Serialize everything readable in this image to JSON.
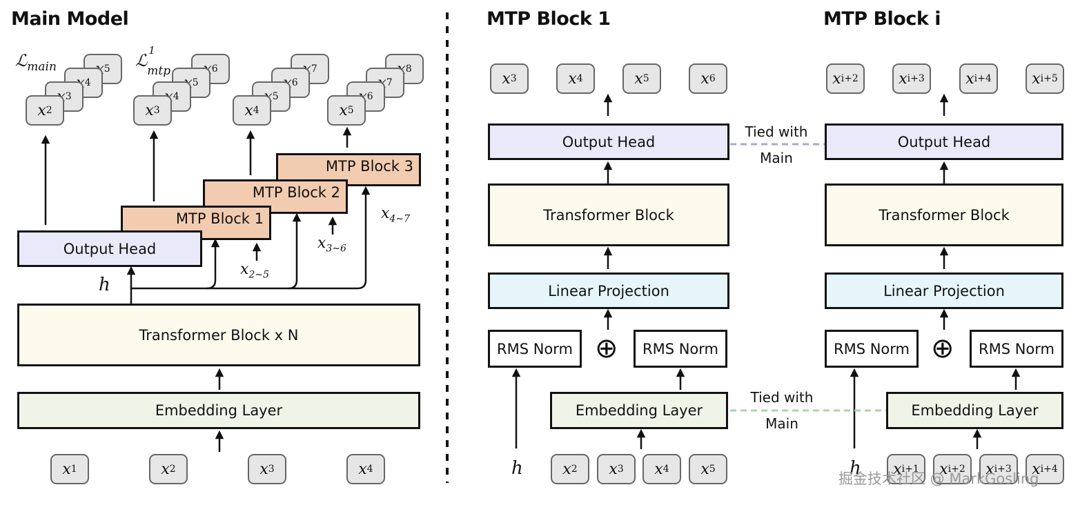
{
  "left": {
    "title": "Main Model",
    "loss_main": "ℒ",
    "loss_main_sub": "main",
    "loss_mtp": "ℒ",
    "loss_mtp_sup": "1",
    "loss_mtp_sub": "mtp",
    "h_label": "h",
    "output_head": "Output Head",
    "transformer": "Transformer Block x N",
    "embedding": "Embedding Layer",
    "mtp1": "MTP Block 1",
    "mtp2": "MTP Block 2",
    "mtp3": "MTP Block 3",
    "range1": {
      "base": "x",
      "sub": "2∼5"
    },
    "range2": {
      "base": "x",
      "sub": "3∼6"
    },
    "range3": {
      "base": "x",
      "sub": "4∼7"
    },
    "inputs": [
      {
        "base": "x",
        "sub": "1"
      },
      {
        "base": "x",
        "sub": "2"
      },
      {
        "base": "x",
        "sub": "3"
      },
      {
        "base": "x",
        "sub": "4"
      }
    ],
    "stack_main": [
      {
        "base": "x",
        "sub": "2"
      },
      {
        "base": "x",
        "sub": "3"
      },
      {
        "base": "x",
        "sub": "4"
      },
      {
        "base": "x",
        "sub": "5"
      }
    ],
    "stack_mtp1": [
      {
        "base": "x",
        "sub": "3"
      },
      {
        "base": "x",
        "sub": "4"
      },
      {
        "base": "x",
        "sub": "5"
      },
      {
        "base": "x",
        "sub": "6"
      }
    ],
    "stack_mtp2": [
      {
        "base": "x",
        "sub": "4"
      },
      {
        "base": "x",
        "sub": "5"
      },
      {
        "base": "x",
        "sub": "6"
      },
      {
        "base": "x",
        "sub": "7"
      }
    ],
    "stack_mtp3": [
      {
        "base": "x",
        "sub": "5"
      },
      {
        "base": "x",
        "sub": "6"
      },
      {
        "base": "x",
        "sub": "7"
      },
      {
        "base": "x",
        "sub": "8"
      }
    ]
  },
  "mtp1": {
    "title": "MTP Block 1",
    "outputs": [
      {
        "base": "x",
        "sub": "3"
      },
      {
        "base": "x",
        "sub": "4"
      },
      {
        "base": "x",
        "sub": "5"
      },
      {
        "base": "x",
        "sub": "6"
      }
    ],
    "output_head": "Output Head",
    "transformer": "Transformer Block",
    "linear": "Linear Projection",
    "rms_left": "RMS Norm",
    "rms_right": "RMS Norm",
    "plus": "⊕",
    "embedding": "Embedding Layer",
    "h_label": "h",
    "inputs": [
      {
        "base": "x",
        "sub": "2"
      },
      {
        "base": "x",
        "sub": "3"
      },
      {
        "base": "x",
        "sub": "4"
      },
      {
        "base": "x",
        "sub": "5"
      }
    ]
  },
  "mtpi": {
    "title": "MTP Block i",
    "outputs": [
      {
        "base": "x",
        "sub": "i+2"
      },
      {
        "base": "x",
        "sub": "i+3"
      },
      {
        "base": "x",
        "sub": "i+4"
      },
      {
        "base": "x",
        "sub": "i+5"
      }
    ],
    "output_head": "Output Head",
    "transformer": "Transformer Block",
    "linear": "Linear Projection",
    "rms_left": "RMS Norm",
    "rms_right": "RMS Norm",
    "plus": "⊕",
    "embedding": "Embedding Layer",
    "h_label": "h",
    "inputs": [
      {
        "base": "x",
        "sub": "i+1"
      },
      {
        "base": "x",
        "sub": "i+2"
      },
      {
        "base": "x",
        "sub": "i+3"
      },
      {
        "base": "x",
        "sub": "i+4"
      }
    ]
  },
  "tied_top": {
    "line1": "Tied with",
    "line2": "Main",
    "color": "#a8a6d6"
  },
  "tied_bottom": {
    "line1": "Tied with",
    "line2": "Main",
    "color": "#a9d6a8"
  },
  "watermark": "掘金技术社区 @ MarkGosling"
}
